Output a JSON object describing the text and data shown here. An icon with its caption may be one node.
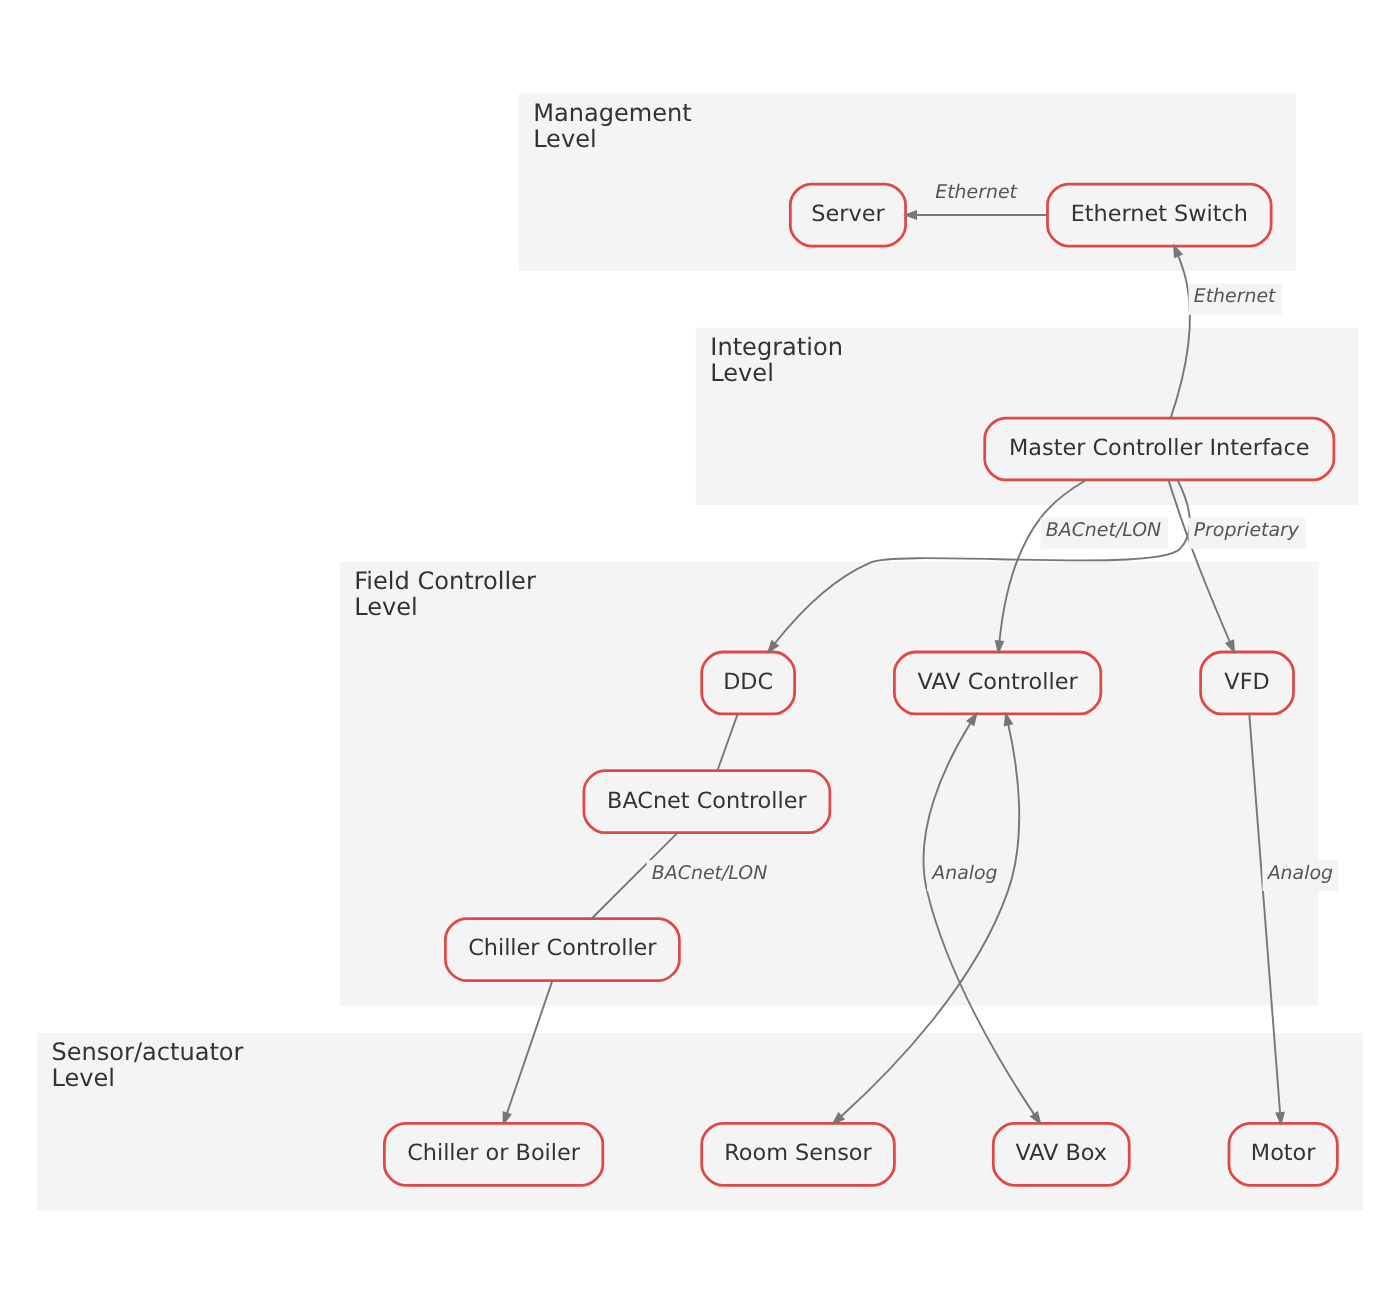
{
  "diagram": {
    "nodes": [
      {
        "text": [
          "Management Level"
        ]
      },
      {
        "text": [
          "Server"
        ],
        "in": 0
      },
      {
        "text": [
          "Ethernet Switch"
        ],
        "in": 0
      },
      {
        "text": [
          "Integration Level"
        ]
      },
      {
        "text": [
          "Master Controller Interface"
        ],
        "in": 3
      },
      {
        "text": [
          "Field Controller Level"
        ]
      },
      {
        "text": [
          "VAV Controller"
        ],
        "in": 5
      },
      {
        "text": [
          "VFD"
        ],
        "in": 5
      },
      {
        "text": [
          "DDC"
        ],
        "in": 5
      },
      {
        "text": [
          "BACnet Controller"
        ],
        "in": 5
      },
      {
        "text": [
          "Chiller Controller"
        ],
        "in": 5
      },
      {
        "text": [
          "Sensor/actuator Level"
        ]
      },
      {
        "text": [
          "VAV Box"
        ],
        "in": 11
      },
      {
        "text": [
          "Room Sensor"
        ],
        "in": 11
      },
      {
        "text": [
          "Motor"
        ],
        "in": 11
      },
      {
        "text": [
          "Chiller or Boiler"
        ],
        "in": 11
      }
    ],
    "edges": [
      {
        "from": 2,
        "to": 1,
        "arrow": "to",
        "label": "Ethernet"
      },
      {
        "from": 4,
        "to": 2,
        "arrow": "to",
        "label": "Ethernet"
      },
      {
        "from": 4,
        "to": 8,
        "arrow": "to",
        "label": "Proprietary"
      },
      {
        "from": 8,
        "to": 9,
        "arrow": "none"
      },
      {
        "from": 9,
        "to": 10,
        "arrow": "none",
        "label": "BACnet/LON"
      },
      {
        "from": 10,
        "to": 15,
        "arrow": "to"
      },
      {
        "from": 4,
        "to": 6,
        "arrow": "to",
        "label": "BACnet/LON"
      },
      {
        "from": 6,
        "to": 13,
        "arrow": "both"
      },
      {
        "from": 6,
        "to": 12,
        "arrow": "both",
        "label": "Analog"
      },
      {
        "from": 4,
        "to": 7,
        "arrow": "to"
      },
      {
        "from": 7,
        "to": 14,
        "arrow": "to",
        "label": "Analog"
      }
    ]
  }
}
